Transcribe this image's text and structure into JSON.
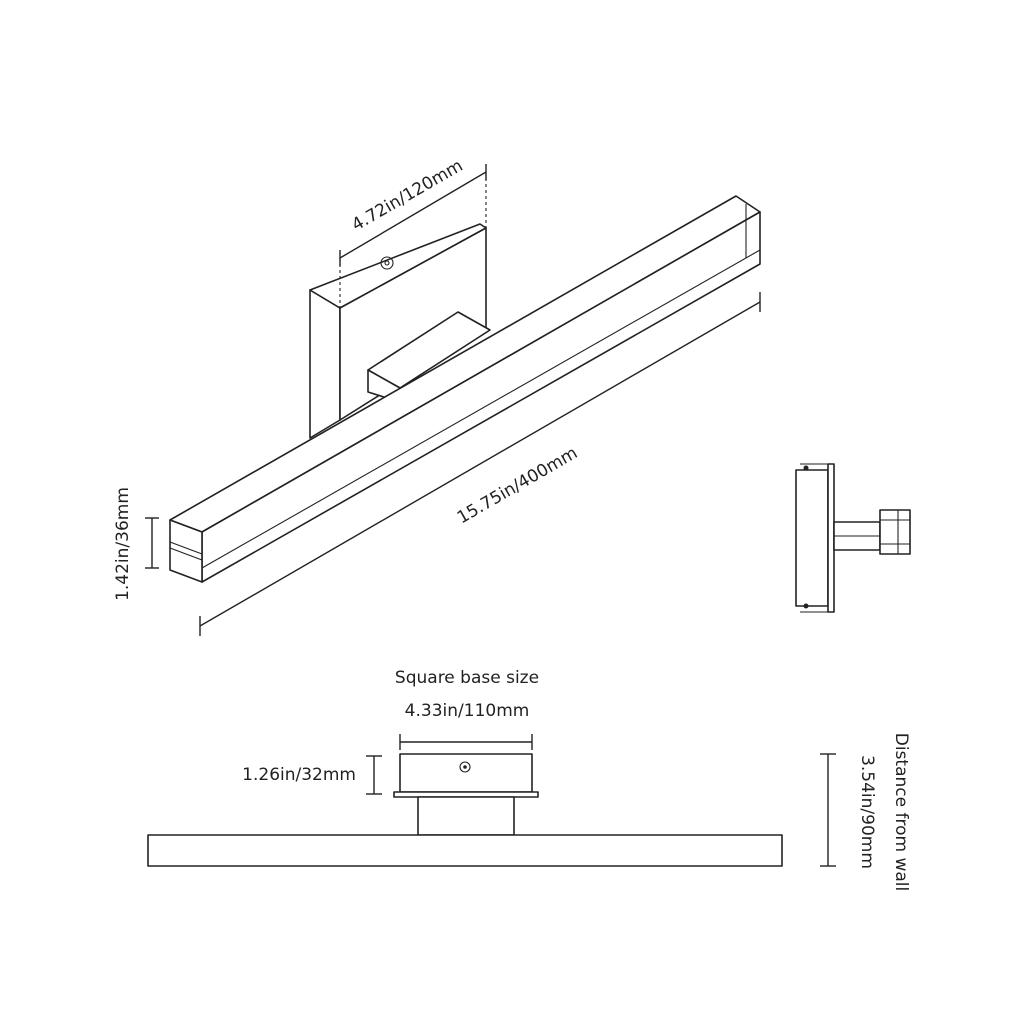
{
  "dimensions": {
    "base_width_top": "4.72in/120mm",
    "bar_length": "15.75in/400mm",
    "bar_height": "1.42in/36mm",
    "square_base_title": "Square base size",
    "square_base_size": "4.33in/110mm",
    "base_depth": "1.26in/32mm",
    "wall_distance_title": "Distance from wall",
    "wall_distance": "3.54in/90mm"
  }
}
